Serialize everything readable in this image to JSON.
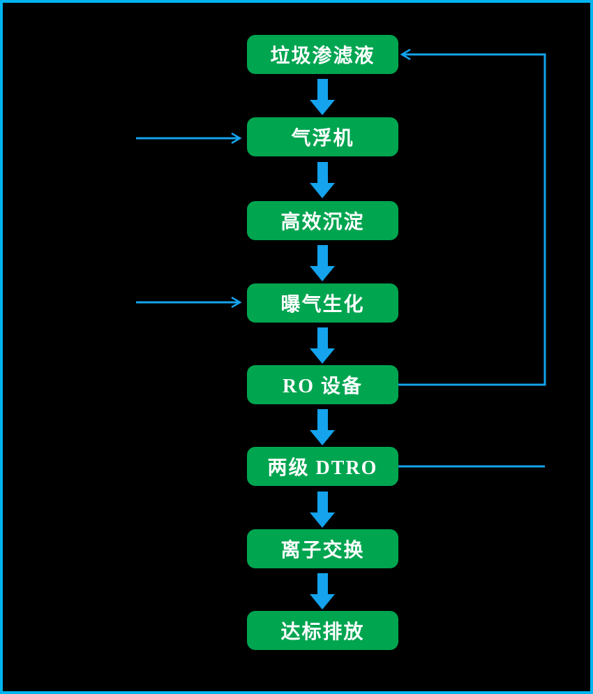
{
  "diagram": {
    "type": "flowchart",
    "nodes": [
      {
        "id": "leachate",
        "label": "垃圾渗滤液"
      },
      {
        "id": "air-flotation",
        "label": "气浮机"
      },
      {
        "id": "high-efficiency-sedimentation",
        "label": "高效沉淀"
      },
      {
        "id": "aeration-biochemical",
        "label": "曝气生化"
      },
      {
        "id": "ro-equipment",
        "label": "RO 设备"
      },
      {
        "id": "two-stage-dtro",
        "label": "两级 DTRO"
      },
      {
        "id": "ion-exchange",
        "label": "离子交换"
      },
      {
        "id": "compliant-discharge",
        "label": "达标排放"
      }
    ],
    "edges": [
      {
        "from": "leachate",
        "to": "air-flotation",
        "style": "block-arrow-down"
      },
      {
        "from": "air-flotation",
        "to": "high-efficiency-sedimentation",
        "style": "block-arrow-down"
      },
      {
        "from": "high-efficiency-sedimentation",
        "to": "aeration-biochemical",
        "style": "block-arrow-down"
      },
      {
        "from": "aeration-biochemical",
        "to": "ro-equipment",
        "style": "block-arrow-down"
      },
      {
        "from": "ro-equipment",
        "to": "two-stage-dtro",
        "style": "block-arrow-down"
      },
      {
        "from": "two-stage-dtro",
        "to": "ion-exchange",
        "style": "block-arrow-down"
      },
      {
        "from": "ion-exchange",
        "to": "compliant-discharge",
        "style": "block-arrow-down"
      },
      {
        "from": "outside-left",
        "to": "air-flotation",
        "style": "thin-arrow-right"
      },
      {
        "from": "outside-left",
        "to": "aeration-biochemical",
        "style": "thin-arrow-right"
      },
      {
        "from": "ro-equipment",
        "to": "leachate",
        "style": "thin-feedback-right-up-left"
      },
      {
        "from": "two-stage-dtro",
        "to": "leachate",
        "style": "thin-feedback-right-up-left"
      }
    ],
    "colors": {
      "background": "#000000",
      "frame_border": "#00B4F0",
      "node_fill": "#00A550",
      "node_text": "#FFFFFF",
      "arrow_blue": "#14A3EC"
    }
  }
}
